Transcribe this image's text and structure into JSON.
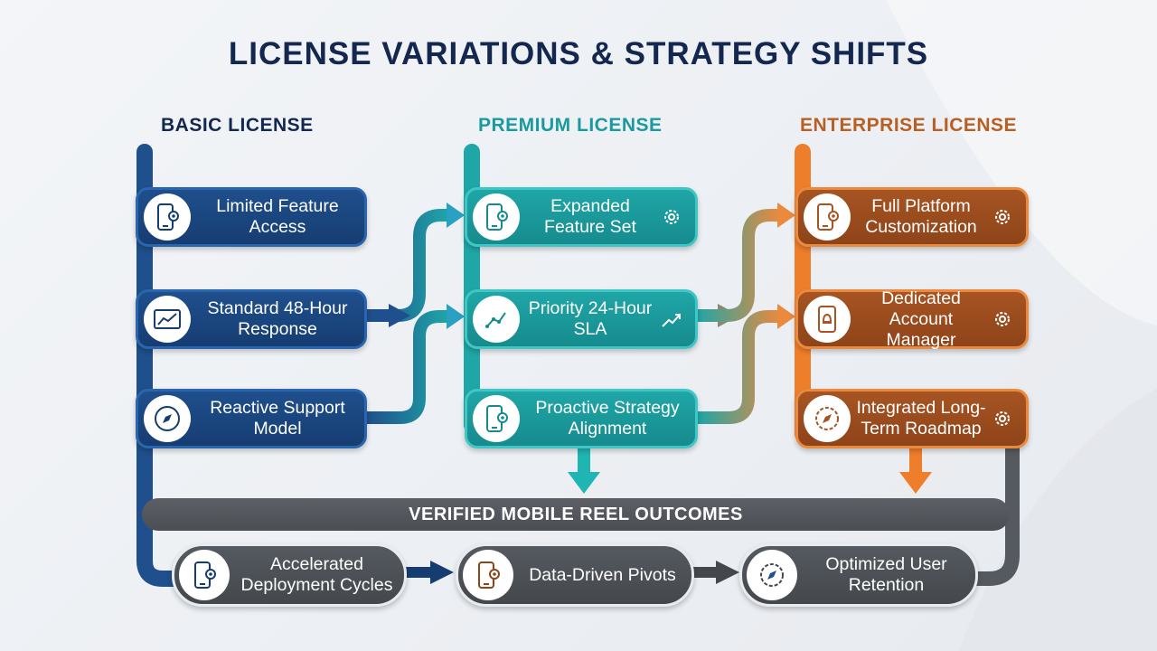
{
  "title": "LICENSE VARIATIONS & STRATEGY SHIFTS",
  "columns": [
    {
      "header": "BASIC LICENSE",
      "color": "#163d72",
      "items": [
        {
          "label": "Limited Feature Access",
          "icon": "mobile-gear-icon"
        },
        {
          "label": "Standard 48-Hour Response",
          "icon": "line-chart-icon"
        },
        {
          "label": "Reactive Support Model",
          "icon": "compass-icon"
        }
      ]
    },
    {
      "header": "PREMIUM LICENSE",
      "color": "#168b8e",
      "items": [
        {
          "label": "Expanded Feature Set",
          "icon": "mobile-gear-icon",
          "side_icon": "gear-icon"
        },
        {
          "label": "Priority 24-Hour SLA",
          "icon": "line-chart-icon",
          "side_icon": "trend-up-icon"
        },
        {
          "label": "Proactive Strategy Alignment",
          "icon": "mobile-gear-icon"
        }
      ]
    },
    {
      "header": "ENTERPRISE LICENSE",
      "color": "#8e4419",
      "items": [
        {
          "label": "Full Platform Customization",
          "icon": "mobile-gear-icon",
          "side_icon": "gear-icon"
        },
        {
          "label": "Dedicated Account Manager",
          "icon": "mobile-bell-icon",
          "side_icon": "gear-icon"
        },
        {
          "label": "Integrated Long-Term Roadmap",
          "icon": "compass-gear-icon",
          "side_icon": "gear-icon"
        }
      ]
    }
  ],
  "outcomes": {
    "label": "VERIFIED MOBILE REEL OUTCOMES",
    "color": "#4b4f54",
    "items": [
      {
        "label": "Accelerated Deployment Cycles",
        "icon": "mobile-gear-icon"
      },
      {
        "label": "Data-Driven Pivots",
        "icon": "mobile-gear-icon"
      },
      {
        "label": "Optimized User Retention",
        "icon": "compass-gear-icon"
      }
    ]
  }
}
